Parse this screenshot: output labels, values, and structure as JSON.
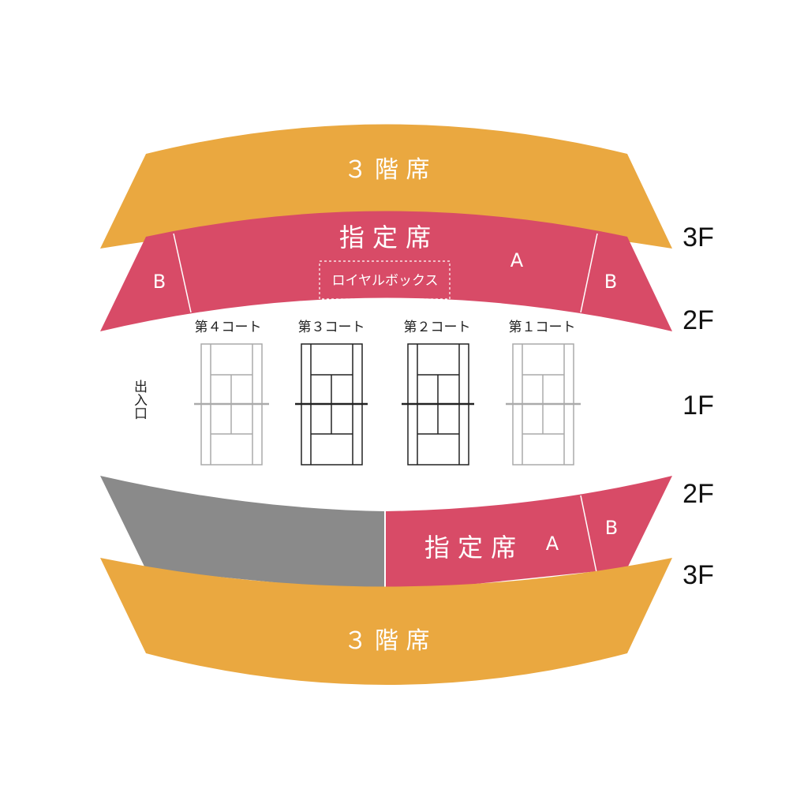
{
  "colors": {
    "third_floor": "#eaa840",
    "reserved": "#d84b67",
    "restricted": "#8a8a8a",
    "court_dark": "#222222",
    "court_light": "#aaaaaa"
  },
  "upper_stand": {
    "third_floor_label": "３ 階 席",
    "reserved_label": "指 定 席",
    "section_a": "A",
    "section_b_left": "B",
    "section_b_right": "B",
    "royal_box": "ロイヤルボックス"
  },
  "lower_stand": {
    "reserved_label": "指 定 席",
    "section_a": "A",
    "section_b": "B",
    "third_floor_label": "３ 階 席"
  },
  "courts": [
    {
      "label": "第４コート",
      "style": "light"
    },
    {
      "label": "第３コート",
      "style": "dark"
    },
    {
      "label": "第２コート",
      "style": "dark"
    },
    {
      "label": "第１コート",
      "style": "light"
    }
  ],
  "entrance": "出入口",
  "floors": {
    "upper_3f": "3F",
    "upper_2f": "2F",
    "ground": "1F",
    "lower_2f": "2F",
    "lower_3f": "3F"
  }
}
